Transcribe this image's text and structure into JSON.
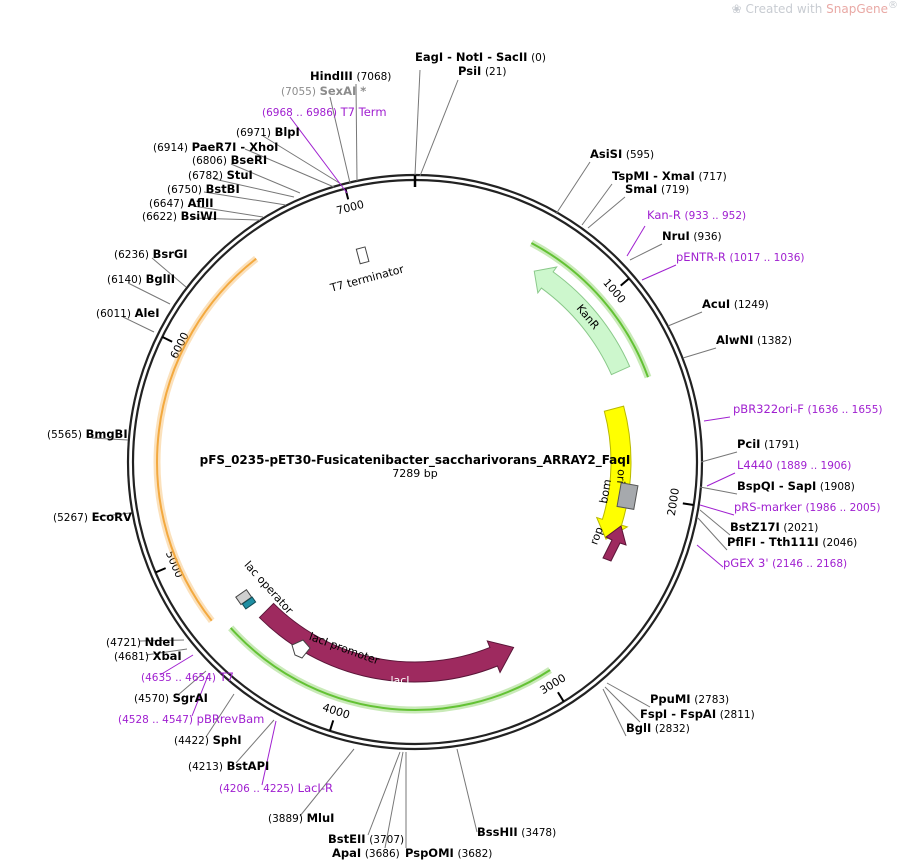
{
  "watermark": {
    "prefix": "Created with ",
    "brand": "SnapGene",
    "reg": "®"
  },
  "plasmid": {
    "name": "pFS_0235-pET30-Fusicatenibacter_saccharivorans_ARRAY2_FaqI",
    "size_label": "7289 bp",
    "length": 7289
  },
  "ruler_ticks": [
    "1000",
    "2000",
    "3000",
    "4000",
    "5000",
    "6000",
    "7000"
  ],
  "sites": [
    {
      "name": "EagI  -  NotI  -  SacII",
      "pos_label": "(0)",
      "kind": "enzyme"
    },
    {
      "name": "PsiI",
      "pos_label": "(21)",
      "kind": "enzyme"
    },
    {
      "name": "AsiSI",
      "pos_label": "(595)",
      "kind": "enzyme"
    },
    {
      "name": "TspMI  -  XmaI",
      "pos_label": "(717)",
      "kind": "enzyme"
    },
    {
      "name": "SmaI",
      "pos_label": "(719)",
      "kind": "enzyme"
    },
    {
      "name": "Kan-R",
      "pos_label": "(933 .. 952)",
      "kind": "primer"
    },
    {
      "name": "NruI",
      "pos_label": "(936)",
      "kind": "enzyme"
    },
    {
      "name": "pENTR-R",
      "pos_label": "(1017 .. 1036)",
      "kind": "primer"
    },
    {
      "name": "AcuI",
      "pos_label": "(1249)",
      "kind": "enzyme"
    },
    {
      "name": "AlwNI",
      "pos_label": "(1382)",
      "kind": "enzyme"
    },
    {
      "name": "pBR322ori-F",
      "pos_label": "(1636 .. 1655)",
      "kind": "primer"
    },
    {
      "name": "PciI",
      "pos_label": "(1791)",
      "kind": "enzyme"
    },
    {
      "name": "L4440",
      "pos_label": "(1889 .. 1906)",
      "kind": "primer"
    },
    {
      "name": "BspQI  -  SapI",
      "pos_label": "(1908)",
      "kind": "enzyme"
    },
    {
      "name": "pRS-marker",
      "pos_label": "(1986 .. 2005)",
      "kind": "primer"
    },
    {
      "name": "BstZ17I",
      "pos_label": "(2021)",
      "kind": "enzyme"
    },
    {
      "name": "PflFI  -  Tth111I",
      "pos_label": "(2046)",
      "kind": "enzyme"
    },
    {
      "name": "pGEX 3'",
      "pos_label": "(2146 .. 2168)",
      "kind": "primer"
    },
    {
      "name": "PpuMI",
      "pos_label": "(2783)",
      "kind": "enzyme"
    },
    {
      "name": "FspI  -  FspAI",
      "pos_label": "(2811)",
      "kind": "enzyme"
    },
    {
      "name": "BglI",
      "pos_label": "(2832)",
      "kind": "enzyme"
    },
    {
      "name": "BssHII",
      "pos_label": "(3478)",
      "kind": "enzyme"
    },
    {
      "name": "PspOMI",
      "pos_label": "(3682)",
      "kind": "enzyme"
    },
    {
      "name": "ApaI",
      "pos_label": "(3686)",
      "kind": "enzyme"
    },
    {
      "name": "BstEII",
      "pos_label": "(3707)",
      "kind": "enzyme"
    },
    {
      "name": "MluI",
      "pos_label": "(3889)",
      "kind": "enzyme"
    },
    {
      "name": "LacI-R",
      "pos_label": "(4206 .. 4225)",
      "kind": "primer"
    },
    {
      "name": "BstAPI",
      "pos_label": "(4213)",
      "kind": "enzyme"
    },
    {
      "name": "SphI",
      "pos_label": "(4422)",
      "kind": "enzyme"
    },
    {
      "name": "pBRrevBam",
      "pos_label": "(4528 .. 4547)",
      "kind": "primer"
    },
    {
      "name": "SgrAI",
      "pos_label": "(4570)",
      "kind": "enzyme"
    },
    {
      "name": "T7",
      "pos_label": "(4635 .. 4654)",
      "kind": "primer"
    },
    {
      "name": "XbaI",
      "pos_label": "(4681)",
      "kind": "enzyme"
    },
    {
      "name": "NdeI",
      "pos_label": "(4721)",
      "kind": "enzyme"
    },
    {
      "name": "EcoRV",
      "pos_label": "(5267)",
      "kind": "enzyme"
    },
    {
      "name": "BmgBI",
      "pos_label": "(5565)",
      "kind": "enzyme"
    },
    {
      "name": "AleI",
      "pos_label": "(6011)",
      "kind": "enzyme"
    },
    {
      "name": "BglII",
      "pos_label": "(6140)",
      "kind": "enzyme"
    },
    {
      "name": "BsrGI",
      "pos_label": "(6236)",
      "kind": "enzyme"
    },
    {
      "name": "BsiWI",
      "pos_label": "(6622)",
      "kind": "enzyme"
    },
    {
      "name": "AflII",
      "pos_label": "(6647)",
      "kind": "enzyme"
    },
    {
      "name": "BstBI",
      "pos_label": "(6750)",
      "kind": "enzyme"
    },
    {
      "name": "StuI",
      "pos_label": "(6782)",
      "kind": "enzyme"
    },
    {
      "name": "BseRI",
      "pos_label": "(6806)",
      "kind": "enzyme"
    },
    {
      "name": "PaeR7I  -  XhoI",
      "pos_label": "(6914)",
      "kind": "enzyme"
    },
    {
      "name": "BlpI",
      "pos_label": "(6971)",
      "kind": "enzyme"
    },
    {
      "name": "T7 Term",
      "pos_label": "(6968 .. 6986)",
      "kind": "primer"
    },
    {
      "name": "SexAI *",
      "pos_label": "(7055)",
      "kind": "enzyme-gray"
    },
    {
      "name": "HindIII",
      "pos_label": "(7068)",
      "kind": "enzyme"
    }
  ],
  "features": [
    {
      "name": "KanR",
      "kind": "cds-green-outline",
      "color": "#cdf7cd"
    },
    {
      "name": "ori",
      "kind": "rep-origin",
      "color": "#ffff00"
    },
    {
      "name": "bom",
      "kind": "misc",
      "color": "#a6a9ad"
    },
    {
      "name": "rop",
      "kind": "cds",
      "color": "#9e2a5f"
    },
    {
      "name": "lacI",
      "kind": "cds",
      "color": "#9e2a5f"
    },
    {
      "name": "lacI promoter",
      "kind": "promoter",
      "color": "#ffffff"
    },
    {
      "name": "lac operator",
      "kind": "protein-bind",
      "color": "#1f8fa3"
    },
    {
      "name": "T7 terminator",
      "kind": "terminator",
      "color": "#ffffff"
    }
  ],
  "colors": {
    "enzyme": "#000000",
    "enzyme_gray": "#8c8c8c",
    "primer": "#a020d0",
    "backbone": "#222222",
    "highlight_green": "#63c234",
    "highlight_orange": "#f3a93f"
  }
}
